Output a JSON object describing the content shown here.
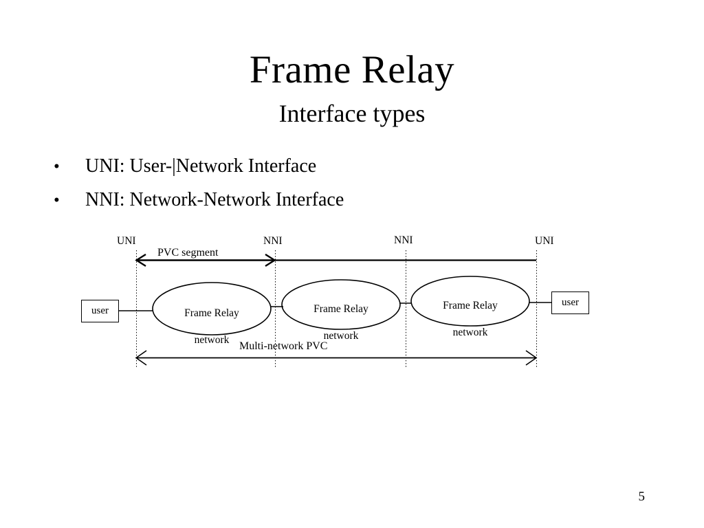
{
  "slide": {
    "title": "Frame Relay",
    "subtitle": "Interface types",
    "page_number": "5"
  },
  "bullets": [
    {
      "marker": "•",
      "text": "UNI: User-|Network Interface"
    },
    {
      "marker": "•",
      "text": "NNI: Network-Network Interface"
    }
  ],
  "diagram": {
    "interface_labels": [
      {
        "text": "UNI"
      },
      {
        "text": "NNI"
      },
      {
        "text": "NNI"
      },
      {
        "text": "UNI"
      }
    ],
    "arrow_labels": {
      "top": "PVC segment",
      "bottom": "Multi-network PVC"
    },
    "endpoints": [
      {
        "text": "user"
      },
      {
        "text": "user"
      }
    ],
    "networks": [
      {
        "line1": "Frame Relay",
        "line2": "network"
      },
      {
        "line1": "Frame Relay",
        "line2": "network"
      },
      {
        "line1": "Frame Relay",
        "line2": "network"
      }
    ],
    "colors": {
      "ink": "#000000",
      "background": "#ffffff"
    }
  }
}
